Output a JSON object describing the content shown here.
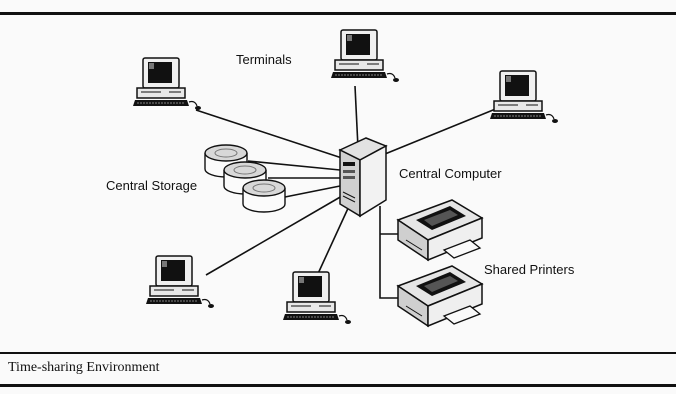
{
  "diagram": {
    "labels": {
      "terminals": "Terminals",
      "central_storage": "Central Storage",
      "central_computer": "Central Computer",
      "shared_printers": "Shared Printers"
    },
    "caption": "Time-sharing Environment",
    "icons": {
      "terminal": "terminal-icon",
      "server": "server-tower-icon",
      "storage": "disk-storage-icon",
      "printer": "printer-icon"
    }
  }
}
